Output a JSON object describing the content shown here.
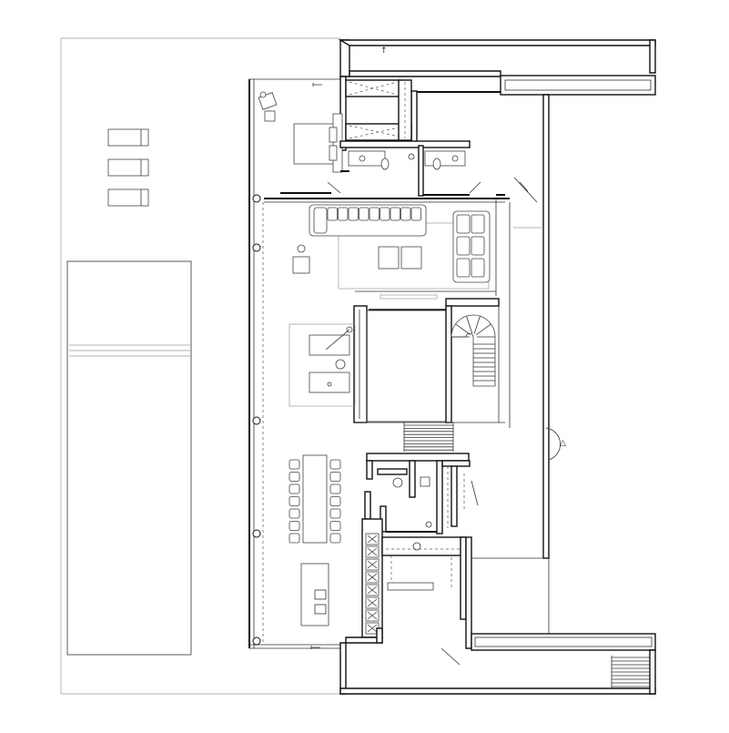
{
  "drawing": {
    "type": "architectural floor plan",
    "north_marker": "↑",
    "entrance_marker": "△"
  },
  "colors": {
    "ink": "#111111",
    "furniture": "#444444",
    "guide_lines": "#9a9a9a",
    "background": "#ffffff"
  },
  "elements": {
    "sun_loungers_count": 3,
    "dining_chairs_count": 14,
    "sofa_seat_cushions_count": 9,
    "kitchen_counter_cabinets_count": 8
  }
}
